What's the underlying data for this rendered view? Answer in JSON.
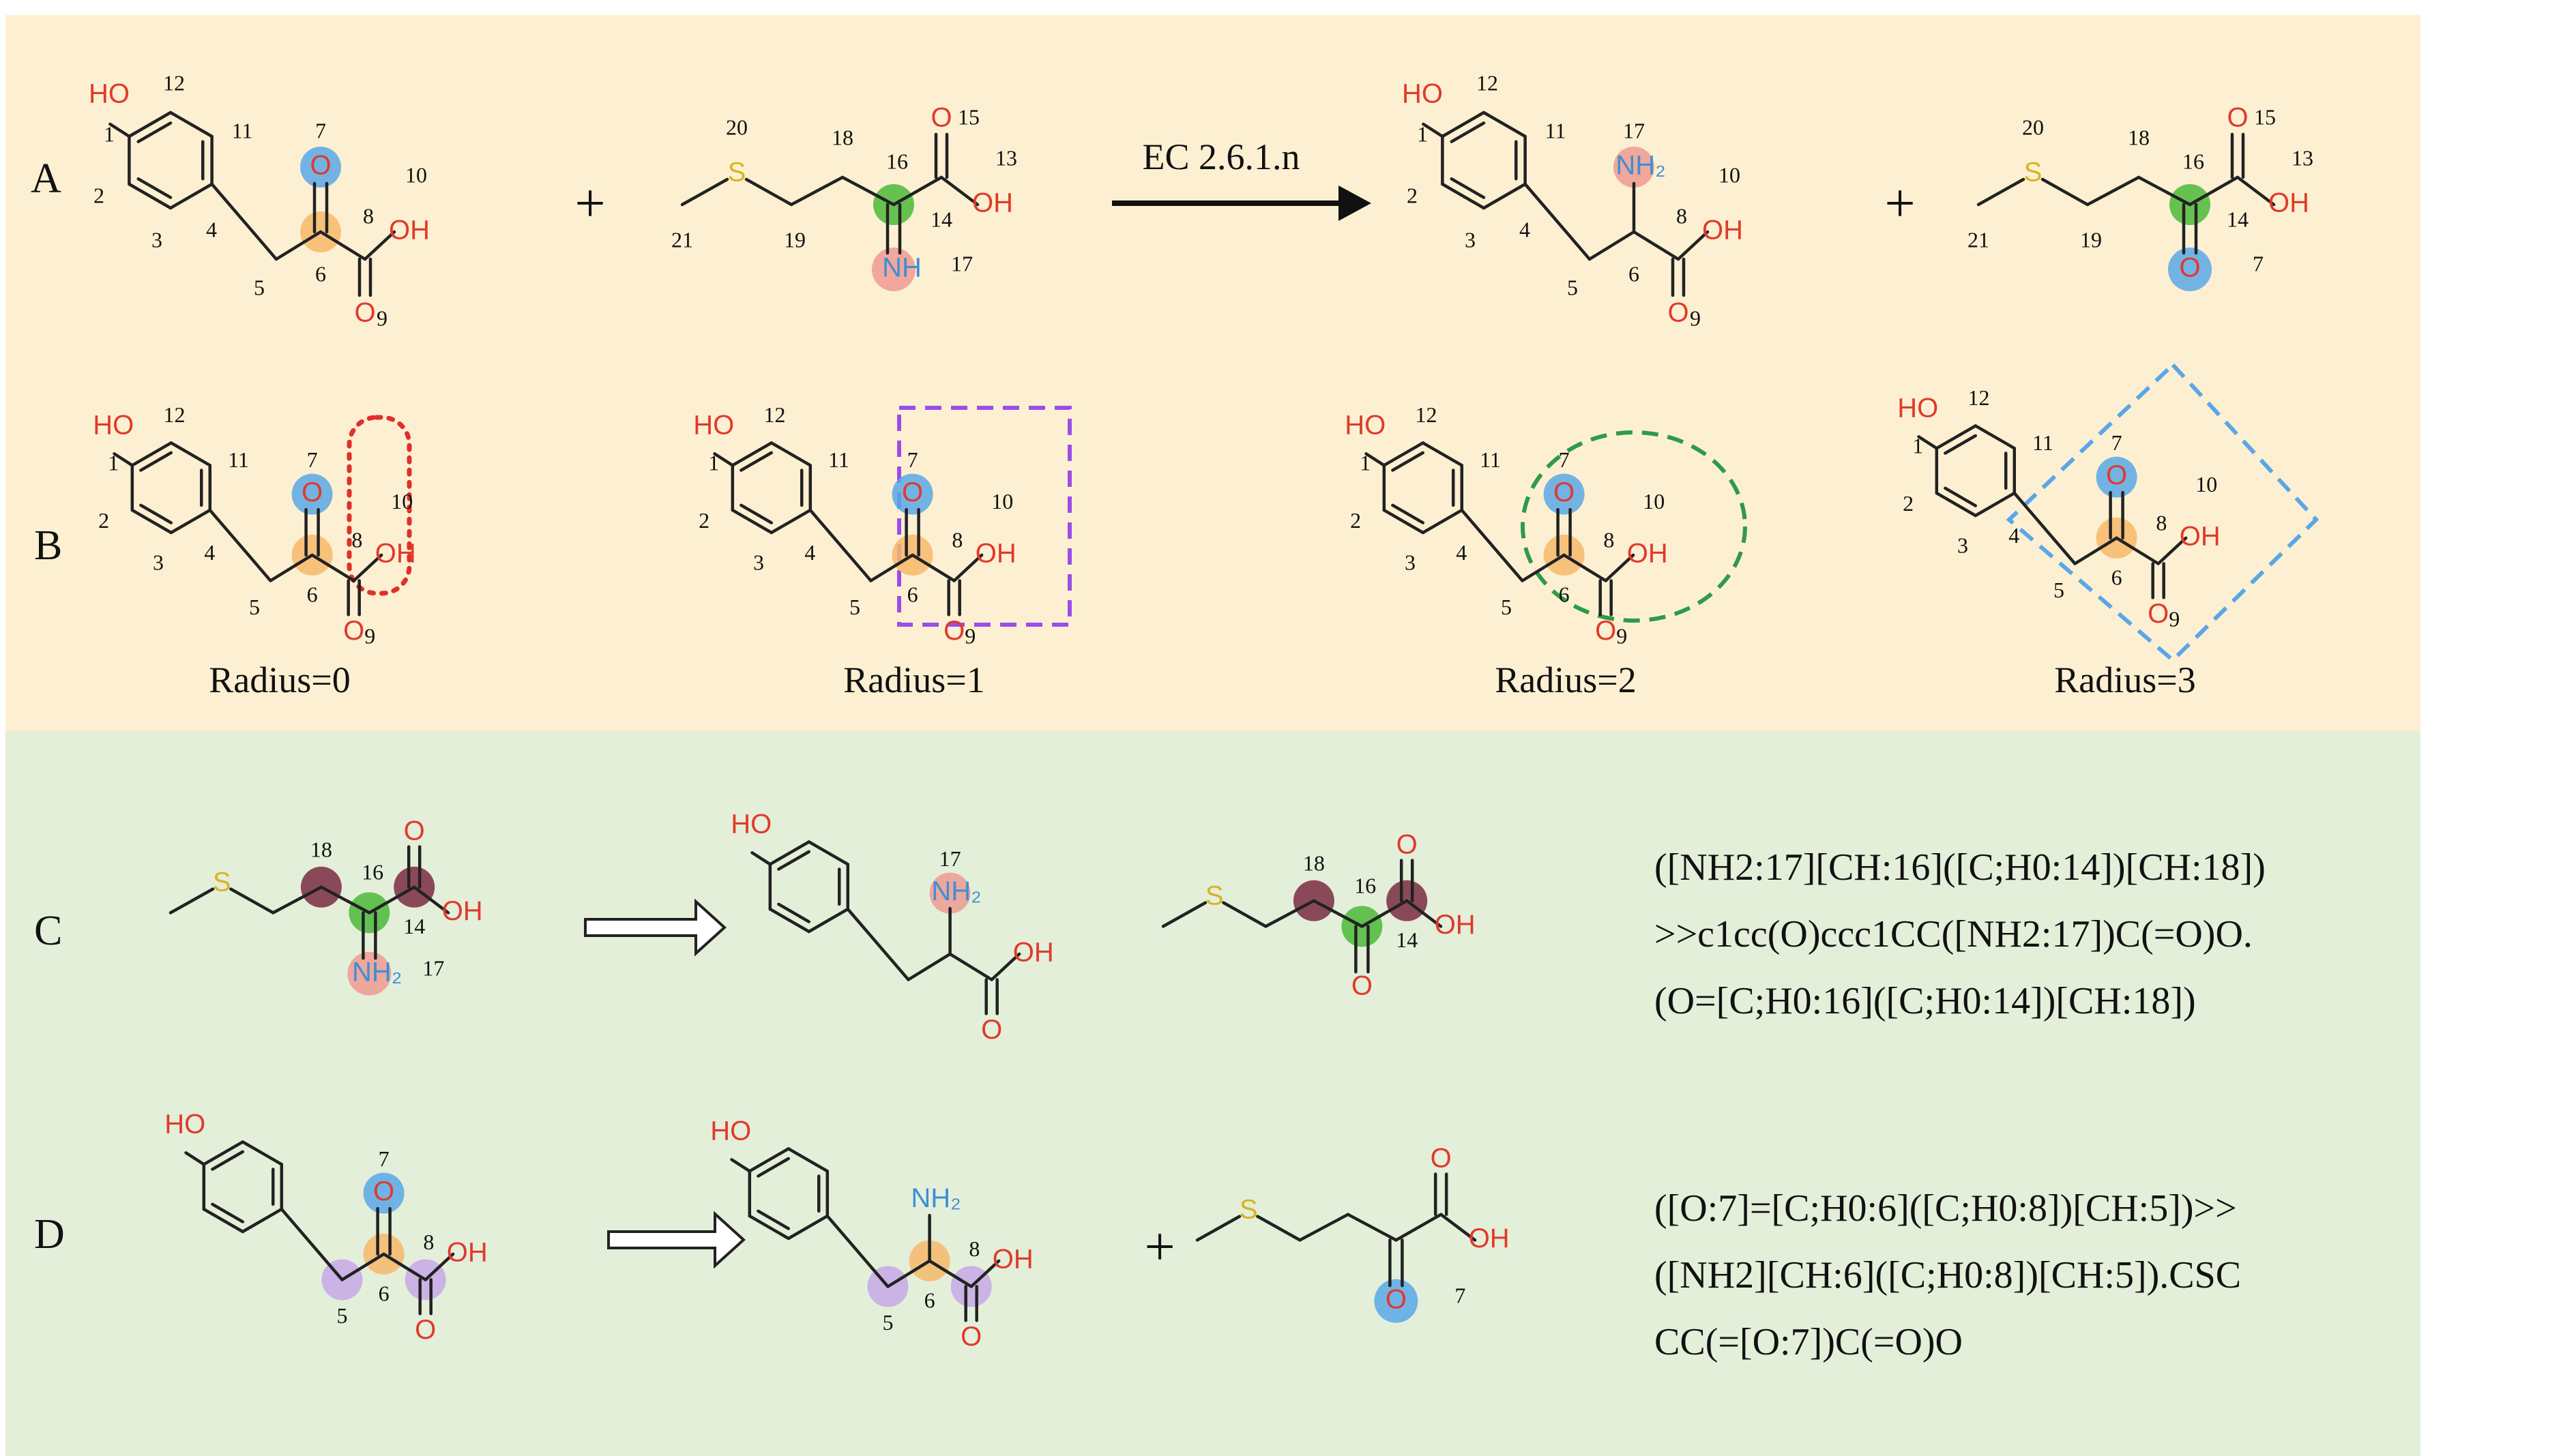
{
  "colors": {
    "panel_top": "#fdf0d2",
    "panel_bottom": "#e4efda",
    "bond": "#222222",
    "oxygen": "#e03a2c",
    "nitrogen": "#3d8fd6",
    "sulfur": "#d9b320",
    "hl_blue": "#5ba8e8",
    "hl_orange": "#f6b96b",
    "hl_green": "#4cb83a",
    "hl_pink": "#ef9a92",
    "hl_maroon": "#7a2c41",
    "hl_purple": "#c7a8e6",
    "box_red": "#e0302a",
    "box_purple": "#9b4de8",
    "box_green": "#2e9a4a",
    "box_blue": "#5aa6e8"
  },
  "panels": {
    "A": {
      "letter": "A",
      "enzyme": "EC 2.6.1.n",
      "plus": "+"
    },
    "B": {
      "letter": "B",
      "radius_labels": [
        "Radius=0",
        "Radius=1",
        "Radius=2",
        "Radius=3"
      ]
    },
    "C": {
      "letter": "C",
      "plus": "",
      "smarts": [
        "([NH2:17][CH:16]([C;H0:14])[CH:18])",
        ">>c1cc(O)ccc1CC([NH2:17])C(=O)O.",
        "(O=[C;H0:16]([C;H0:14])[CH:18])"
      ]
    },
    "D": {
      "letter": "D",
      "plus": "+",
      "smarts": [
        "([O:7]=[C;H0:6]([C;H0:8])[CH:5])>>",
        "([NH2][CH:6]([C;H0:8])[CH:5]).CSC",
        "CC(=[O:7])C(=O)O"
      ]
    }
  },
  "atom_text": {
    "HO": "HO",
    "OH": "OH",
    "O": "O",
    "S": "S",
    "NH2": "NH₂",
    "NH": "NH"
  },
  "numbers": {
    "n1": "1",
    "n2": "2",
    "n3": "3",
    "n4": "4",
    "n5": "5",
    "n6": "6",
    "n7": "7",
    "n8": "8",
    "n9": "9",
    "n10": "10",
    "n11": "11",
    "n12": "12",
    "n13": "13",
    "n14": "14",
    "n15": "15",
    "n16": "16",
    "n17": "17",
    "n18": "18",
    "n19": "19",
    "n20": "20",
    "n21": "21"
  }
}
